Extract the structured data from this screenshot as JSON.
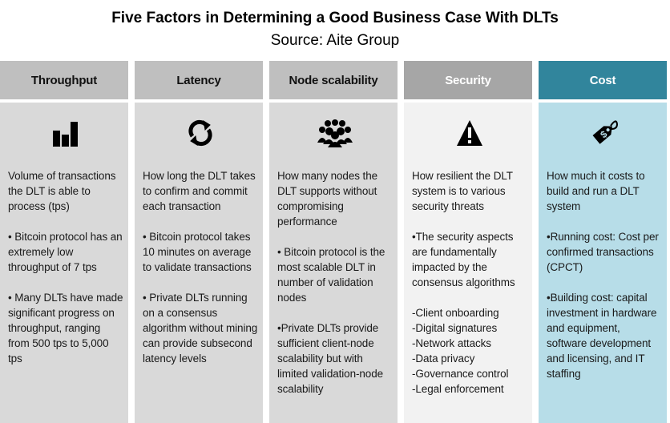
{
  "title": "Five Factors in Determining a Good Business Case With DLTs",
  "subtitle": "Source: Aite Group",
  "columns": [
    {
      "header": "Throughput",
      "icon": "bar-chart-icon",
      "header_color": "#bfbfbf",
      "body_color": "#d9d9d9",
      "header_text_color": "#111111",
      "paragraphs": [
        "Volume of transactions the DLT is able to process (tps)",
        "• Bitcoin protocol has an extremely low throughput of 7 tps",
        "• Many DLTs have made significant progress on throughput, ranging from 500 tps to 5,000 tps"
      ]
    },
    {
      "header": "Latency",
      "icon": "refresh-icon",
      "header_color": "#bfbfbf",
      "body_color": "#d9d9d9",
      "header_text_color": "#111111",
      "paragraphs": [
        "How long the DLT takes to confirm and commit each transaction",
        "• Bitcoin protocol takes 10 minutes on average to validate transactions",
        "• Private DLTs running on a consensus algorithm without mining can provide subsecond latency levels"
      ]
    },
    {
      "header": "Node scalability",
      "icon": "people-group-icon",
      "header_color": "#bfbfbf",
      "body_color": "#d9d9d9",
      "header_text_color": "#111111",
      "paragraphs": [
        "How many nodes the DLT supports without compromising performance",
        "• Bitcoin protocol is the most scalable DLT in number of validation nodes",
        "•Private DLTs provide sufficient client-node scalability but with limited validation-node scalability"
      ]
    },
    {
      "header": "Security",
      "icon": "warning-icon",
      "header_color": "#a6a6a6",
      "body_color": "#f2f2f2",
      "header_text_color": "#ffffff",
      "paragraphs": [
        "How resilient the DLT system is to various security threats",
        "•The security aspects are fundamentally impacted by the consensus algorithms"
      ],
      "list": [
        "-Client onboarding",
        "-Digital signatures",
        "-Network attacks",
        "-Data privacy",
        "-Governance control",
        "-Legal enforcement"
      ]
    },
    {
      "header": "Cost",
      "icon": "price-tag-icon",
      "header_color": "#31859c",
      "body_color": "#b7dde8",
      "header_text_color": "#ffffff",
      "paragraphs": [
        "How much it costs to build and run a DLT system",
        "•Running cost: Cost per confirmed transactions (CPCT)",
        "•Building cost: capital investment in hardware and equipment, software development and licensing, and IT staffing"
      ]
    }
  ]
}
